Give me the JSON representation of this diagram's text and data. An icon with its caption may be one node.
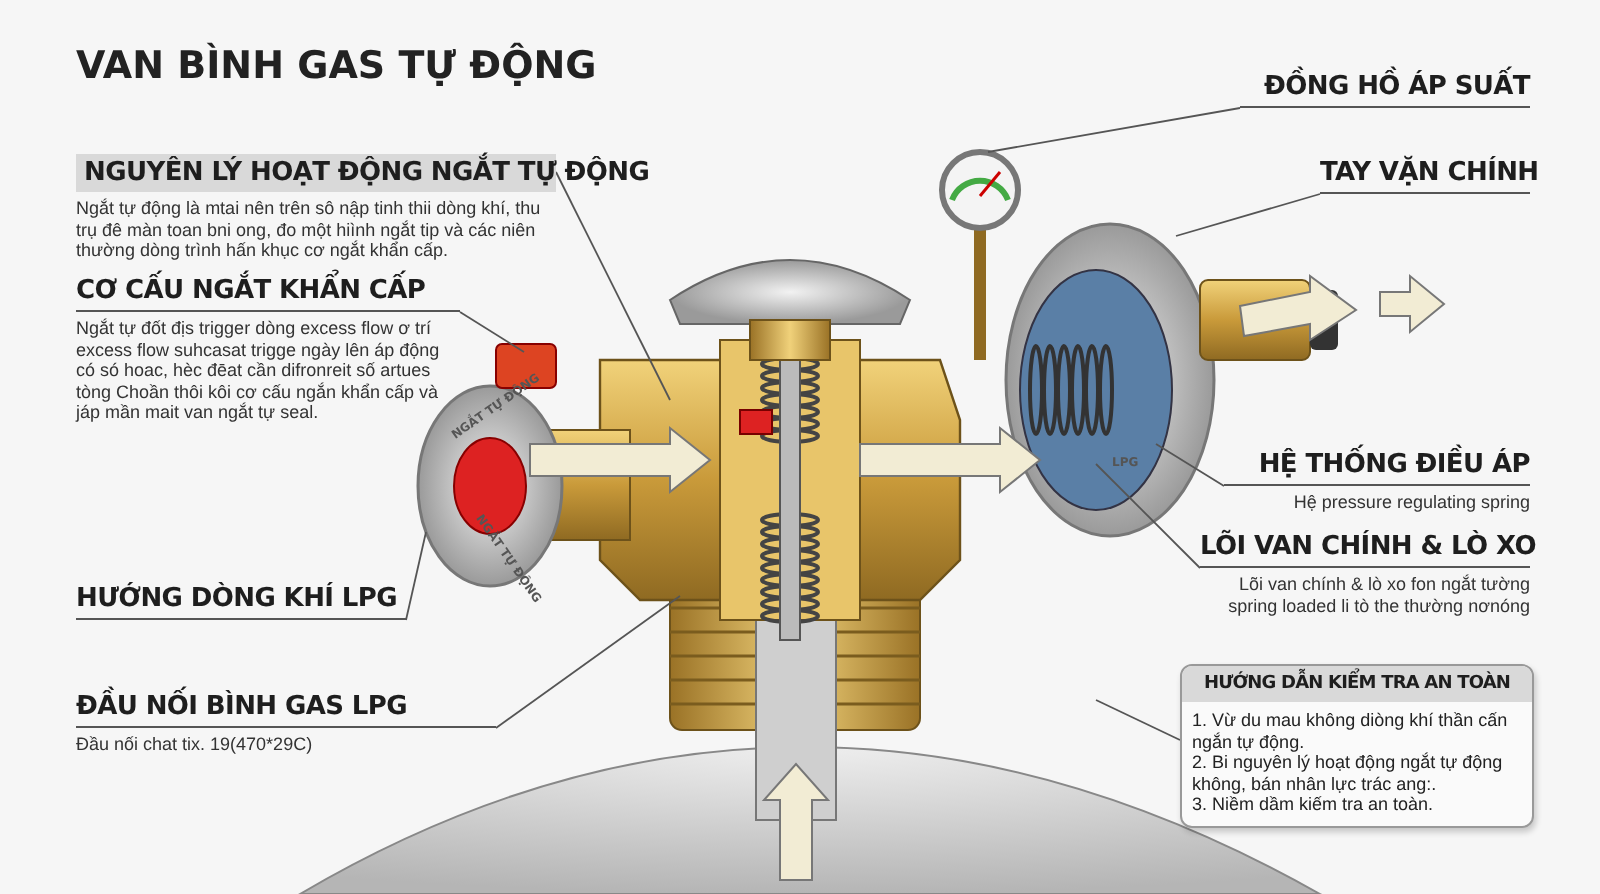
{
  "diagram": {
    "title": "VAN BÌNH GAS TỰ ĐỘNG",
    "nodes": [
      {
        "text": [
          "NGUYÊN LÝ HOẠT ĐỘNG NGẮT TỰ ĐỘNG",
          "Ngắt tự động là mtai nên trên sô nập tinh thii dòng khí, thu trụ đê màn toan bni ong, đo một hiình ngắt tip và các niên thường dòng trình hấn khục cơ ngắt khẩn cấp."
        ]
      },
      {
        "text": [
          "CƠ CẤU NGẮT KHẨN CẤP",
          "Ngắt tự đốt địs trigger dòng excess flow ơ trí excess flow suhcasat trigge ngày lên áp động có só hoac, hèc đēat cần difronreit số artues tòng Choần thôi kôi cơ cấu ngắn khẩn cấp và jáp mần mait van ngắt tự seal."
        ]
      },
      {
        "text": [
          "HƯỚNG DÒNG KHÍ LPG"
        ]
      },
      {
        "text": [
          "ĐẦU NỐI BÌNH GAS LPG",
          "Đầu nối chat tix. 19(470*29C)"
        ]
      },
      {
        "text": [
          "ĐỒNG HỒ ÁP SUẤT"
        ]
      },
      {
        "text": [
          "TAY VẶN CHÍNH"
        ]
      },
      {
        "text": [
          "HỆ THỐNG ĐIỀU ÁP",
          "Hệ pressure regulating spring"
        ]
      },
      {
        "text": [
          "LÕI VAN CHÍNH & LÒ XO",
          "Lõi van chính & lò xo fon ngắt tường spring loaded li tò the thường nơnóng"
        ]
      },
      {
        "text": [
          "HƯỚNG DẪN KIỂM TRA AN TOÀN",
          "1. Vừ du mau không diòng khí thần cấn ngắn tự động.",
          "2. Bi nguyên lý hoạt động ngắt tự động không, bán nhân lực trác ang:.",
          "3. Niềm dầm kiếm tra an toàn."
        ]
      }
    ],
    "edges": [
      {
        "from": 0,
        "to": null,
        "arrow": "none"
      },
      {
        "from": 1,
        "to": null,
        "arrow": "none"
      },
      {
        "from": 2,
        "to": null,
        "arrow": "none"
      },
      {
        "from": 3,
        "to": null,
        "arrow": "none"
      },
      {
        "from": 4,
        "to": null,
        "arrow": "none"
      },
      {
        "from": 5,
        "to": null,
        "arrow": "none"
      },
      {
        "from": 6,
        "to": null,
        "arrow": "none"
      },
      {
        "from": 7,
        "to": null,
        "arrow": "none"
      },
      {
        "from": 8,
        "to": null,
        "arrow": "none"
      }
    ],
    "labels": [
      "NGẮT TỰ ĐỘNG",
      "NGẮT TỰ ĐỘNG",
      "LPG"
    ]
  }
}
